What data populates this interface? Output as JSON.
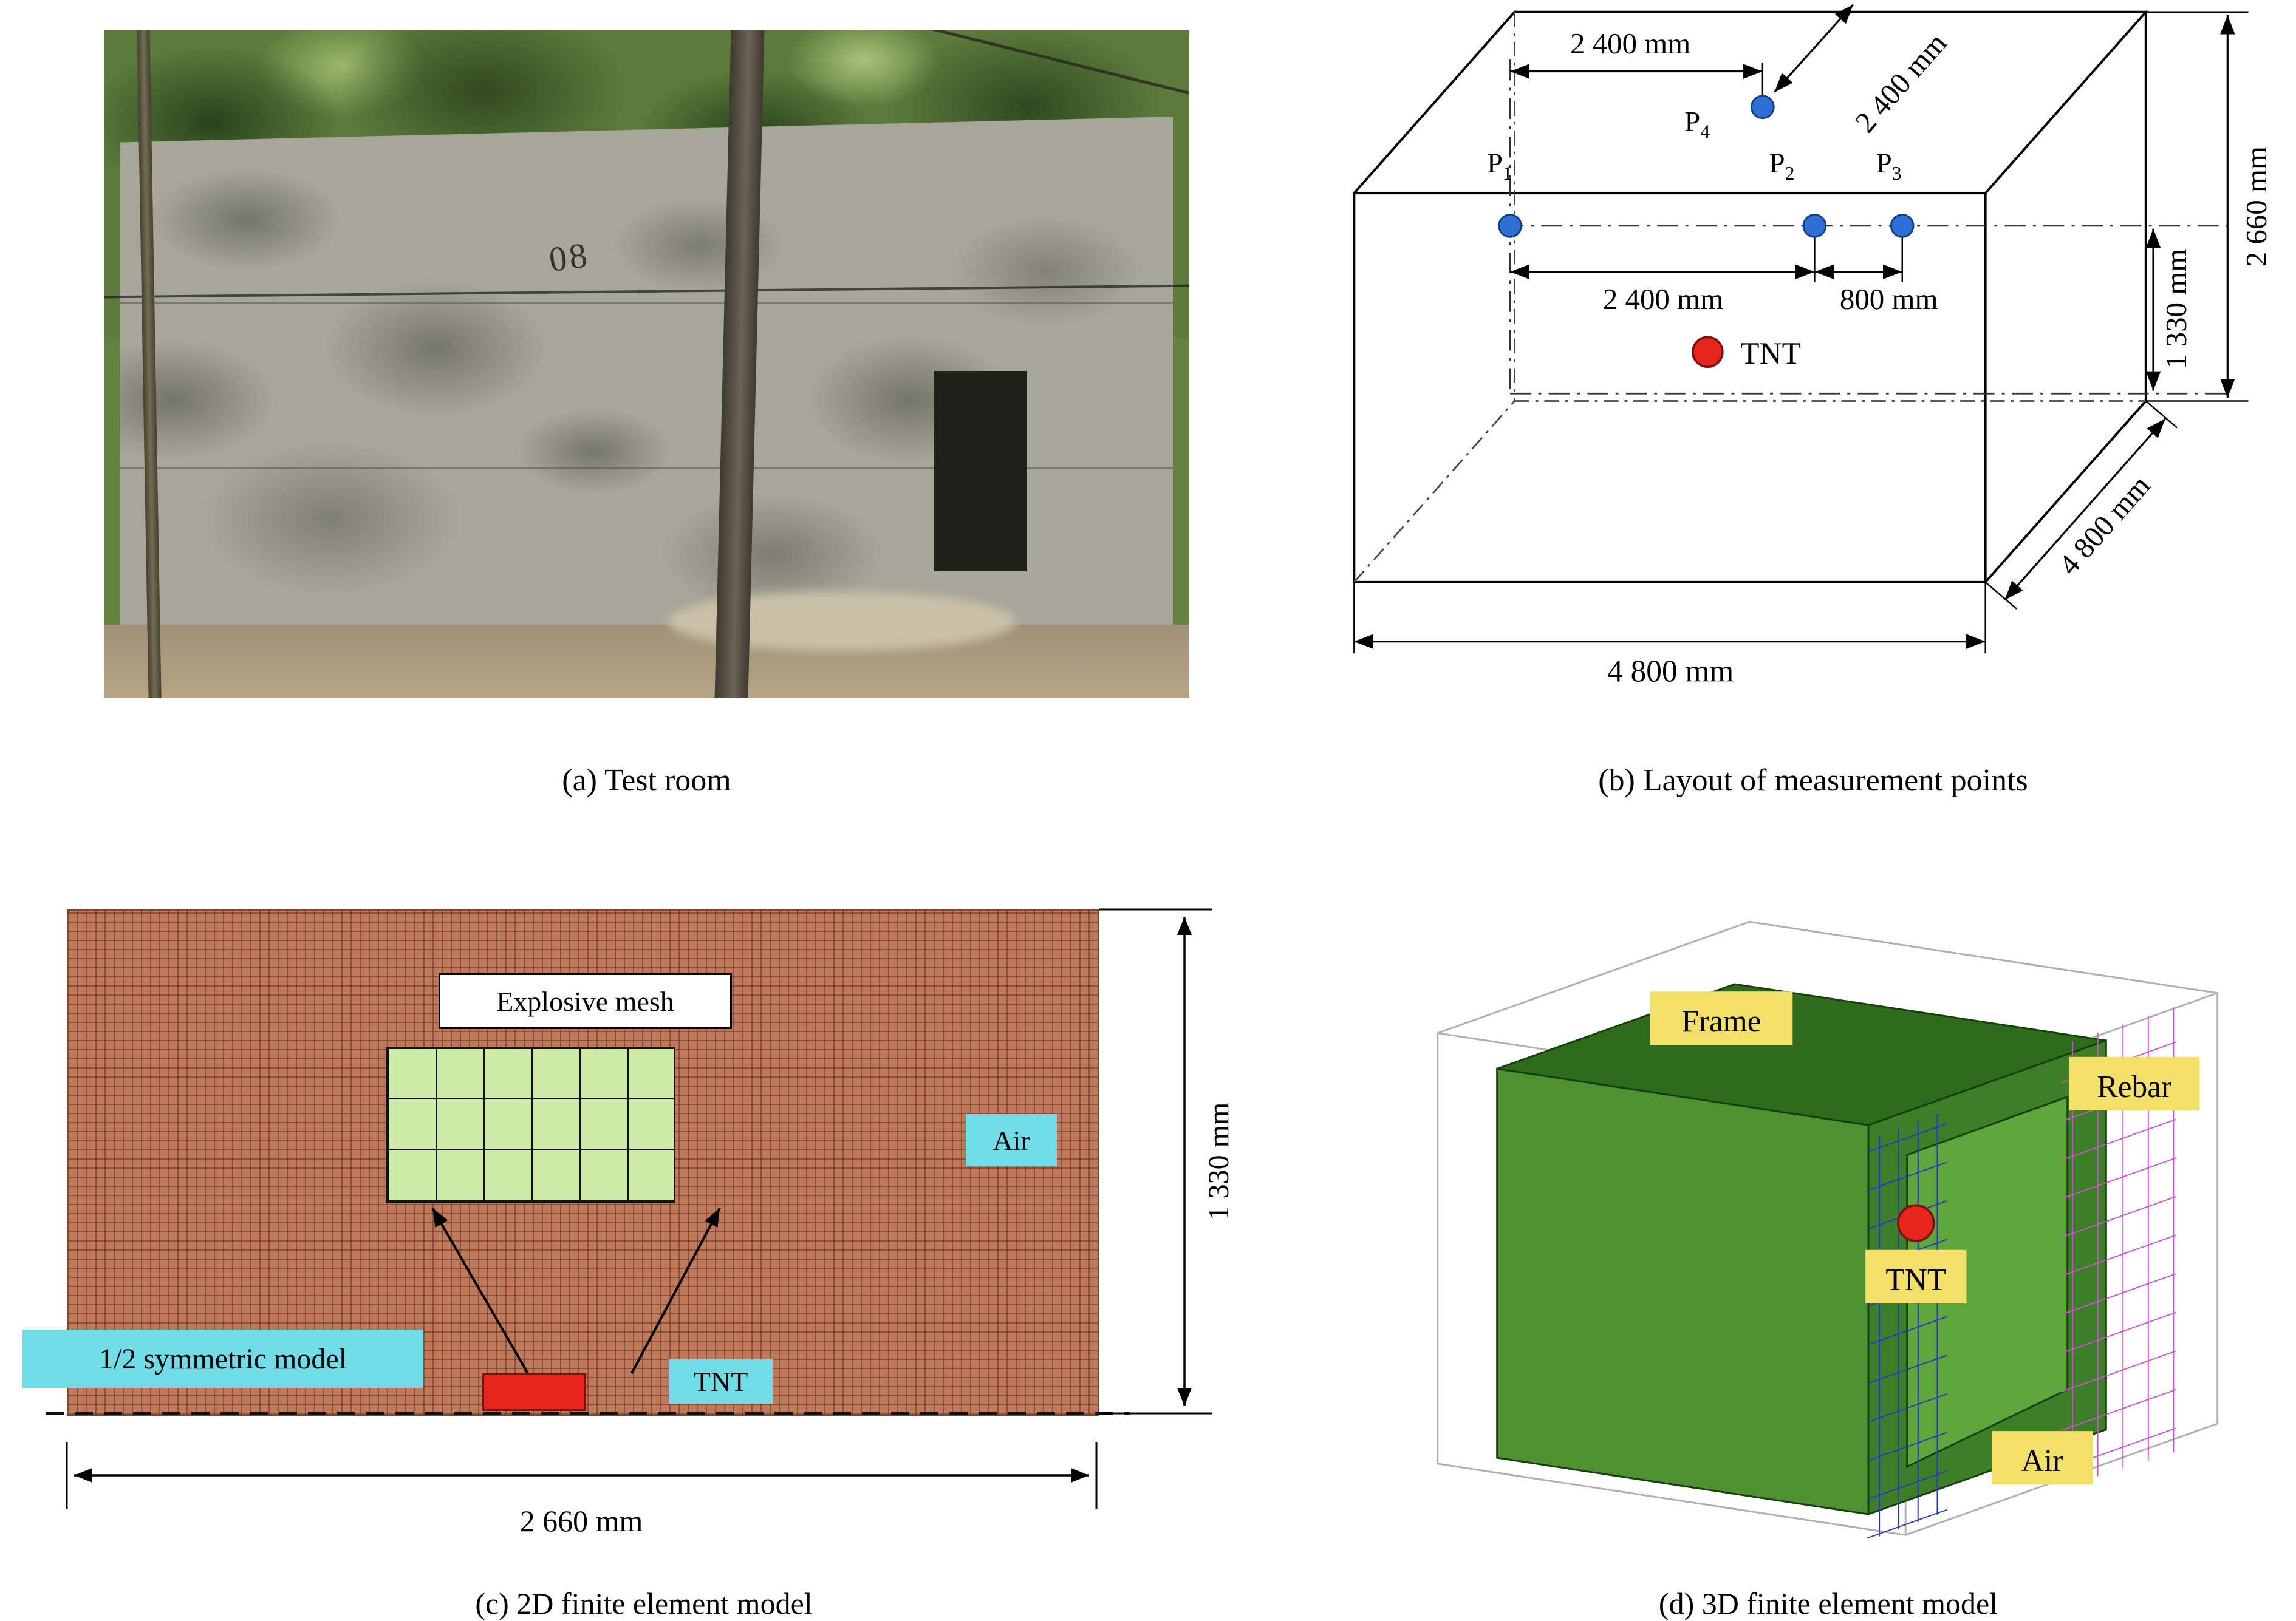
{
  "panel_a": {
    "caption": "(a) Test room",
    "wall_number": "08"
  },
  "panel_b": {
    "caption": "(b) Layout of measurement points",
    "points": [
      {
        "base": "P",
        "sub": "1"
      },
      {
        "base": "P",
        "sub": "2"
      },
      {
        "base": "P",
        "sub": "3"
      },
      {
        "base": "P",
        "sub": "4"
      }
    ],
    "tnt": "TNT",
    "dims": {
      "top_width": "2 400 mm",
      "top_depth": "2 400 mm",
      "p1_to_p2": "2 400 mm",
      "p2_to_p3": "800 mm",
      "room_height": "2 660 mm",
      "tnt_height": "1 330 mm",
      "room_depth": "4 800 mm",
      "room_width": "4 800 mm"
    },
    "colors": {
      "measurement_point": "#2e6fd4",
      "tnt": "#e8251d"
    }
  },
  "panel_c": {
    "caption": "(c) 2D finite element model",
    "labels": {
      "explosive_mesh": "Explosive mesh",
      "air": "Air",
      "symmetric_model": "1/2 symmetric model",
      "tnt": "TNT"
    },
    "dims": {
      "width": "2 660 mm",
      "height": "1 330 mm"
    },
    "colors": {
      "air_mesh": "#c0795b",
      "highlight": "#70dce8",
      "tnt": "#e8251d",
      "explosive_cells": "#cdeba6"
    }
  },
  "panel_d": {
    "caption": "(d) 3D finite element model",
    "labels": {
      "frame": "Frame",
      "rebar": "Rebar",
      "tnt": "TNT",
      "air": "Air"
    },
    "colors": {
      "label_bg": "#f2e068",
      "frame": "#4d9130",
      "rebar_outer": "#d14fd8",
      "rebar_inner": "#2a35c8",
      "tnt": "#e8251d"
    }
  }
}
